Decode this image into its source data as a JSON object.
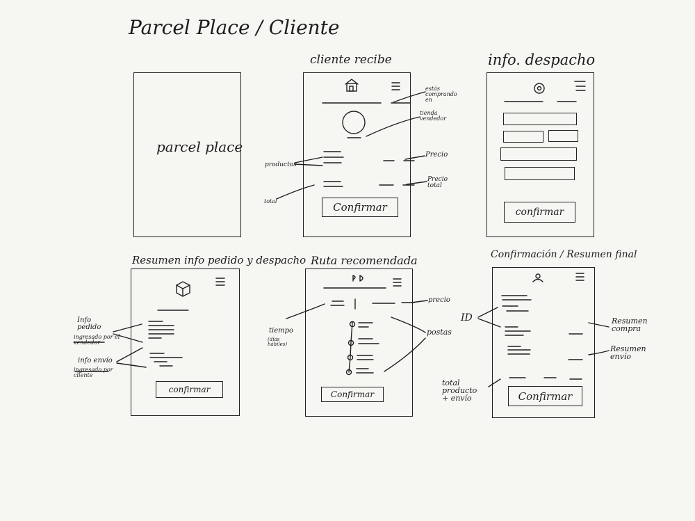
{
  "title": "Parcel Place / Cliente",
  "screens": {
    "splash": {
      "logo_text": "parcel place"
    },
    "cliente_recibe": {
      "label": "cliente recibe",
      "button": "Confirmar",
      "annotations": {
        "estas_comprando": "estás comprando en",
        "tienda": "tienda vendedor",
        "productos": "productos",
        "precio": "Precio",
        "total": "total",
        "precio_total": "Precio total"
      }
    },
    "info_despacho": {
      "label": "info. despacho",
      "button": "confirmar"
    },
    "resumen": {
      "label": "Resumen info pedido y despacho",
      "button": "confirmar",
      "annotations": {
        "info_pedido": "Info pedido",
        "ingresado_vendedor": "ingresado por el vendedor",
        "info_envio": "info envío",
        "ingresado_cliente": "ingresado por cliente"
      }
    },
    "ruta": {
      "label": "Ruta recomendada",
      "button": "Confirmar",
      "annotations": {
        "precio": "precio",
        "tiempo": "tiempo",
        "dias_habiles": "(días hábiles)",
        "postas": "postas"
      }
    },
    "confirmacion": {
      "label": "Confirmación / Resumen final",
      "button": "Confirmar",
      "annotations": {
        "id": "ID",
        "resumen_compra": "Resumen compra",
        "resumen_envio": "Resumen envío",
        "total_producto_envio": "total producto + envío"
      }
    }
  }
}
